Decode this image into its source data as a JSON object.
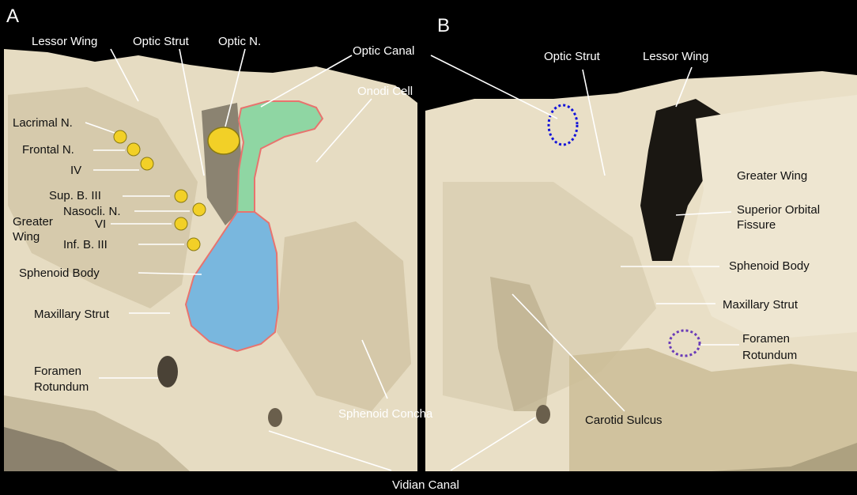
{
  "panels": {
    "a": "A",
    "b": "B"
  },
  "colors": {
    "background": "#000000",
    "bone": "#e9dfc6",
    "optic_canal_fill": "#8fd6a3",
    "sphenoid_fill": "#79b7de",
    "outline": "#e8736e",
    "nerve_dot": "#f2d027",
    "canal_ring": "#1414d9",
    "rotundum_ring": "#6a3bb8"
  },
  "labels": {
    "lessor_wing_a": "Lessor Wing",
    "optic_strut_a": "Optic Strut",
    "optic_n": "Optic N.",
    "optic_canal": "Optic Canal",
    "onodi_cell": "Onodi Cell",
    "lacrimal_n": "Lacrimal N.",
    "frontal_n": "Frontal N.",
    "iv": "IV",
    "sup_b_iii": "Sup. B. III",
    "nasocli_n": "Nasocli. N.",
    "vi": "VI",
    "inf_b_iii": "Inf. B. III",
    "greater_wing_a_1": "Greater",
    "greater_wing_a_2": "Wing",
    "sphenoid_body_a": "Sphenoid Body",
    "maxillary_strut_a": "Maxillary Strut",
    "foramen_rotundum_a_1": "Foramen",
    "foramen_rotundum_a_2": "Rotundum",
    "sphenoid_concha": "Sphenoid Concha",
    "vidian_canal": "Vidian Canal",
    "optic_strut_b": "Optic Strut",
    "lessor_wing_b": "Lessor Wing",
    "greater_wing_b": "Greater Wing",
    "superior_orbital_1": "Superior Orbital",
    "superior_orbital_2": "Fissure",
    "sphenoid_body_b": "Sphenoid Body",
    "maxillary_strut_b": "Maxillary Strut",
    "foramen_rotundum_b_1": "Foramen",
    "foramen_rotundum_b_2": "Rotundum",
    "carotid_sulcus": "Carotid Sulcus"
  }
}
